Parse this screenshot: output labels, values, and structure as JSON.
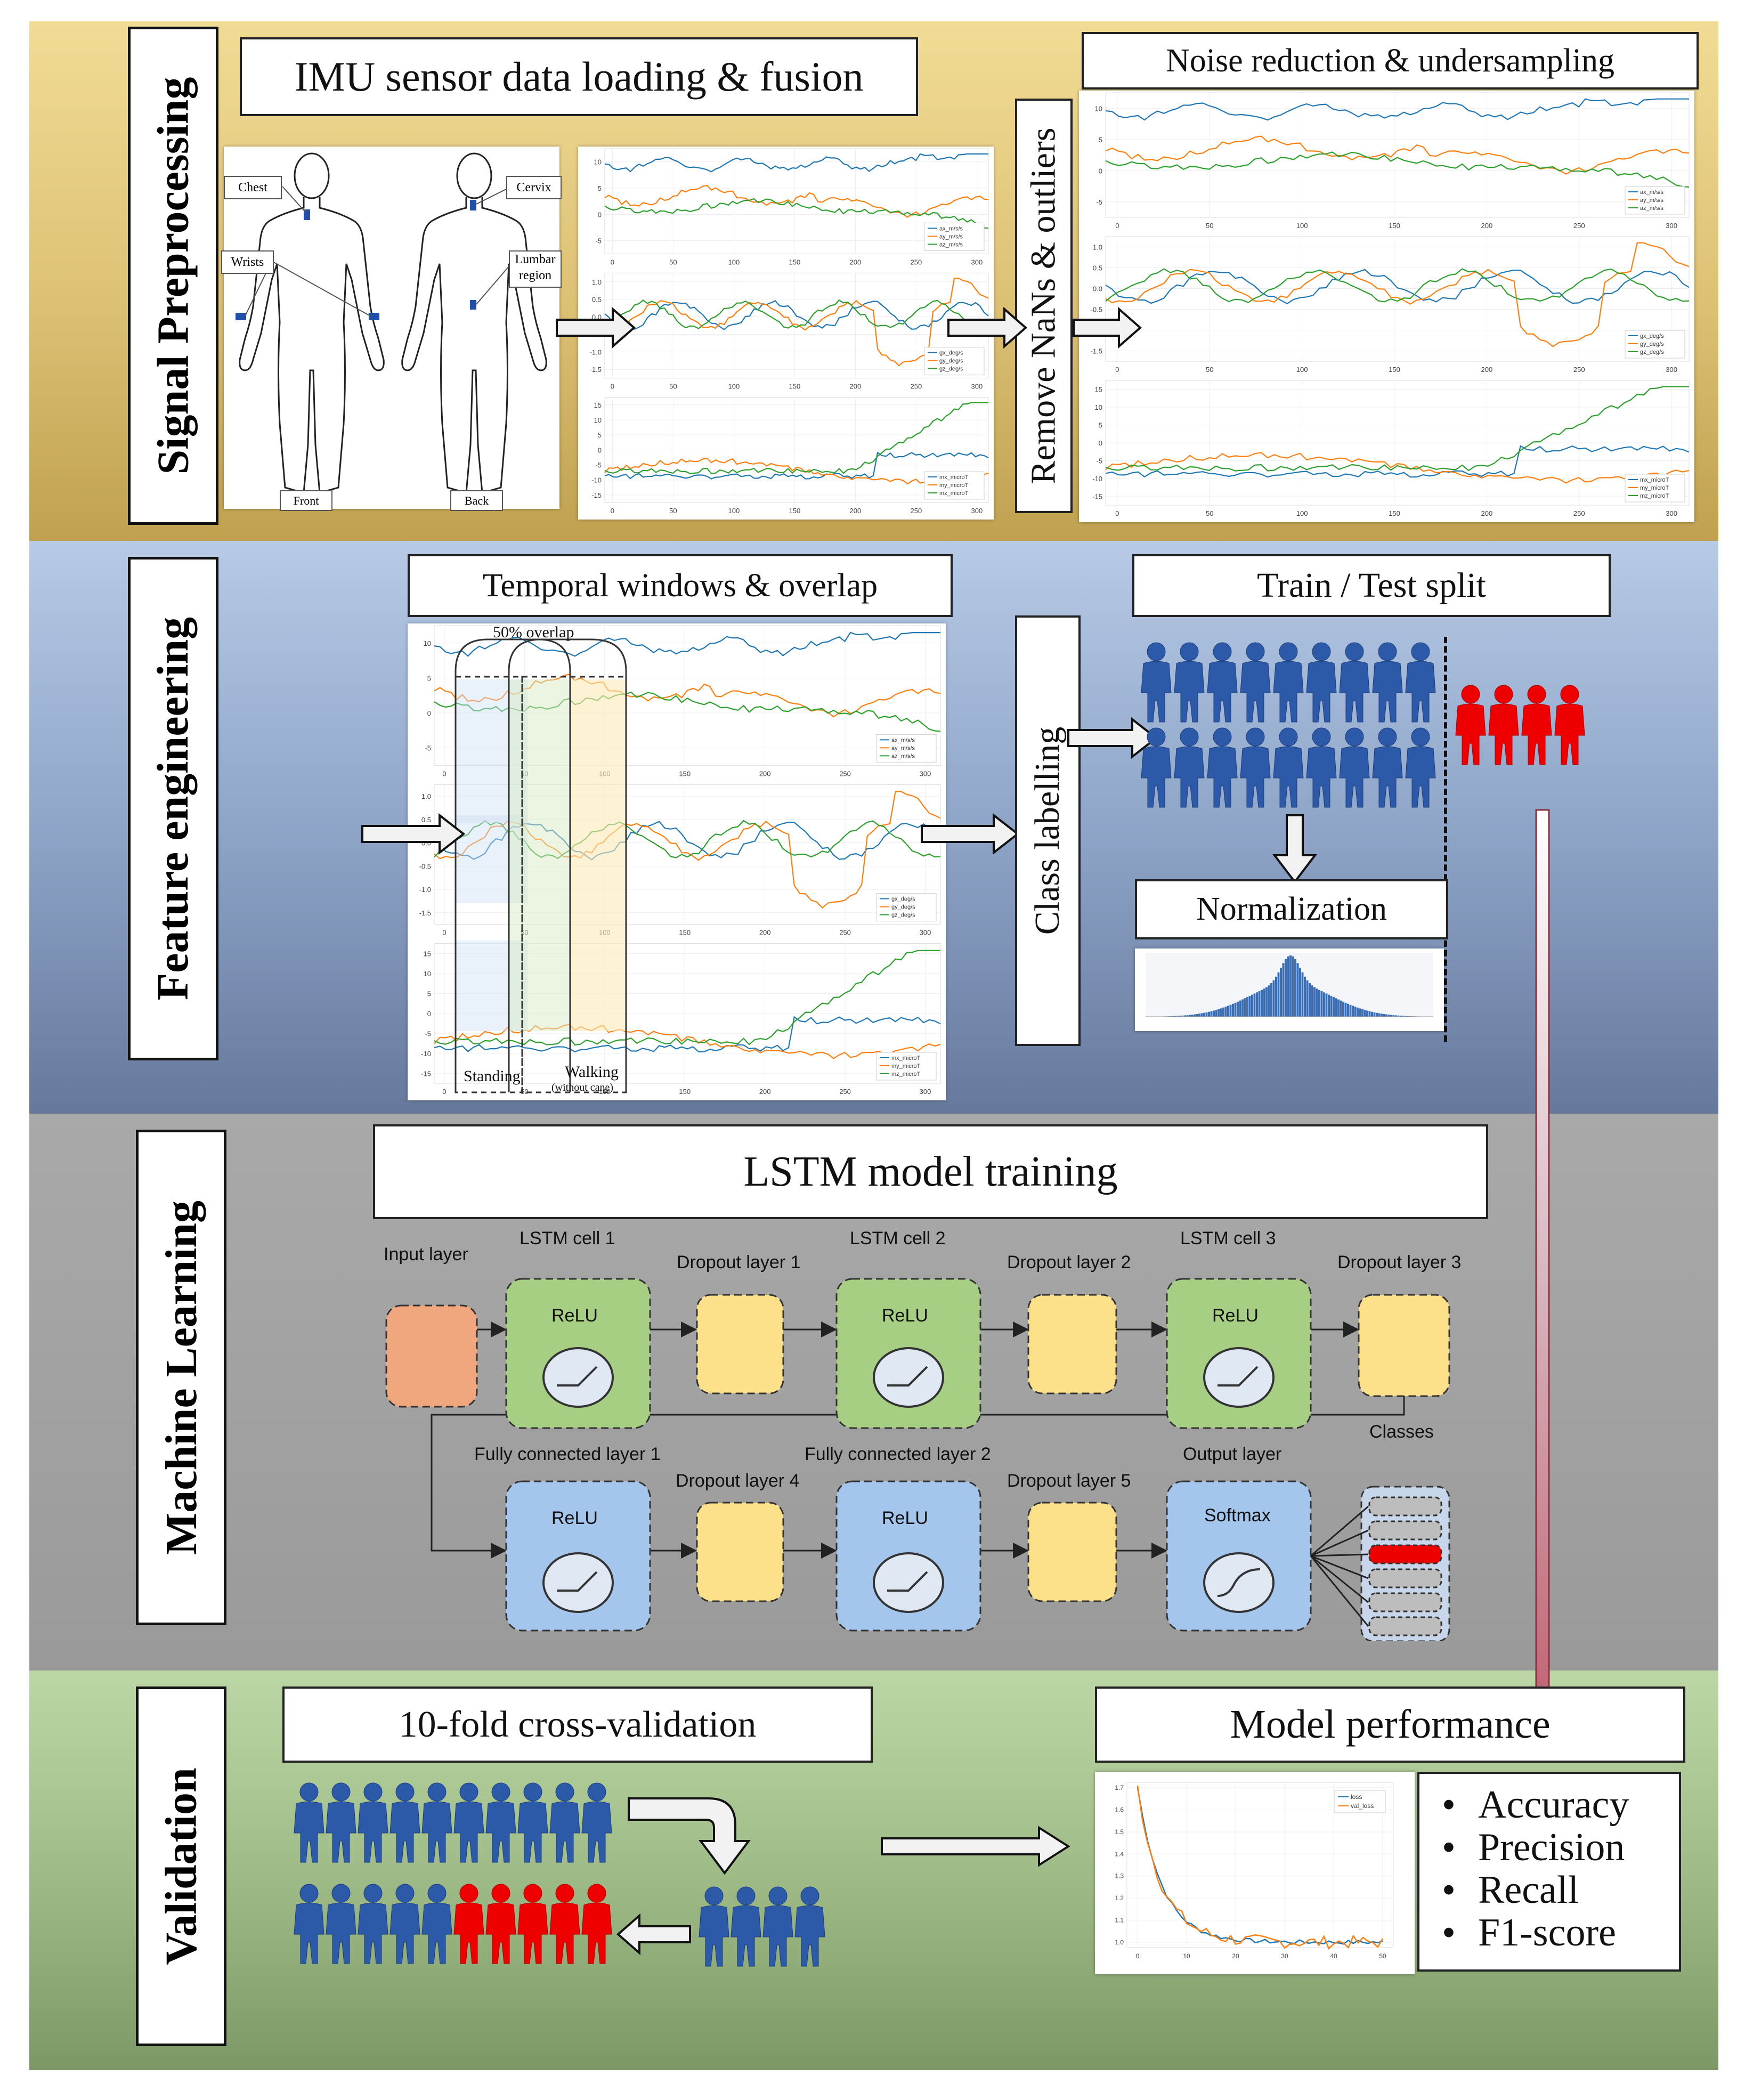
{
  "sections": {
    "preprocessing": "Signal Preprocessing",
    "feature": "Feature engineering",
    "ml": "Machine Learning",
    "validation": "Validation"
  },
  "preprocessing": {
    "loading_title": "IMU sensor data loading & fusion",
    "body_labels": {
      "chest": "Chest",
      "wrists": "Wrists",
      "cervix": "Cervix",
      "lumbar": "Lumbar region",
      "front": "Front",
      "back": "Back"
    },
    "remove_label": "Remove NaNs & outliers",
    "noise_title": "Noise reduction & undersampling"
  },
  "feature": {
    "windows_title": "Temporal windows & overlap",
    "overlap_label": "50% overlap",
    "standing_label": "Standing",
    "walking_label": "Walking",
    "walking_sub": "(without cane)",
    "class_label": "Class labelling",
    "split_title": "Train / Test split",
    "normalization_title": "Normalization"
  },
  "ml": {
    "title": "LSTM model training",
    "input_layer": "Input layer",
    "lstm1": "LSTM cell 1",
    "lstm2": "LSTM cell 2",
    "lstm3": "LSTM cell 3",
    "dropout1": "Dropout layer 1",
    "dropout2": "Dropout layer 2",
    "dropout3": "Dropout layer 3",
    "dropout4": "Dropout layer 4",
    "dropout5": "Dropout layer 5",
    "fc1": "Fully connected layer 1",
    "fc2": "Fully connected layer 2",
    "output_layer": "Output layer",
    "relu": "ReLU",
    "softmax": "Softmax",
    "classes": "Classes"
  },
  "validation": {
    "cv_title": "10-fold cross-validation",
    "perf_title": "Model performance",
    "metrics": [
      "Accuracy",
      "Precision",
      "Recall",
      "F1-score"
    ]
  },
  "charts": {
    "acc_legend": [
      "ax_m/s/s",
      "ay_m/s/s",
      "az_m/s/s"
    ],
    "gyro_legend": [
      "gx_deg/s",
      "gy_deg/s",
      "gz_deg/s"
    ],
    "mag_legend": [
      "mx_microT",
      "my_microT",
      "mz_microT"
    ],
    "acc_yticks": [
      "10",
      "5",
      "0",
      "-5"
    ],
    "gyro_yticks": [
      "1.0",
      "0.5",
      "0.0",
      "-0.5",
      "-1.0",
      "-1.5"
    ],
    "mag_yticks": [
      "15",
      "10",
      "5",
      "0",
      "-5",
      "-10",
      "-15"
    ],
    "xticks": [
      "0",
      "50",
      "100",
      "150",
      "200",
      "250",
      "300"
    ],
    "loss_legend": [
      "loss",
      "val_loss"
    ],
    "loss_yticks": [
      "1.7",
      "1.6",
      "1.5",
      "1.4",
      "1.3",
      "1.2",
      "1.1",
      "1.0"
    ],
    "loss_xticks": [
      "0",
      "10",
      "20",
      "30",
      "40",
      "50"
    ],
    "colors": {
      "blue": "#1f77b4",
      "orange": "#ff7f0e",
      "green": "#2ca02c"
    }
  }
}
